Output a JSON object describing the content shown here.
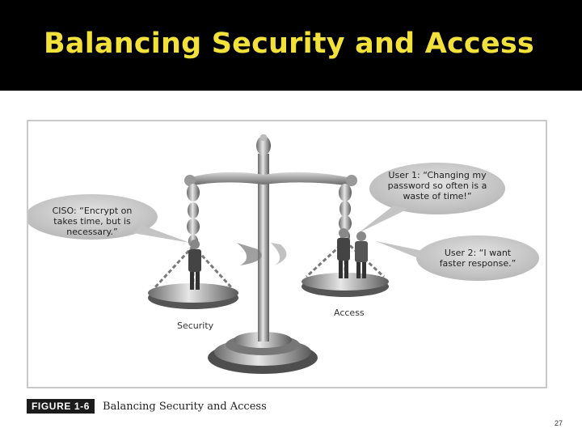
{
  "slide": {
    "title": "Balancing Security and Access",
    "page_number": "27"
  },
  "figure": {
    "tag": "FIGURE 1-6",
    "caption": "Balancing Security and Access",
    "bubbles": {
      "ciso": "CISO: “Encrypt on takes time, but is necessary.”",
      "user1": "User 1: “Changing my password so often is a waste of time!”",
      "user2": "User 2: “I want faster response.”"
    },
    "labels": {
      "security": "Security",
      "access": "Access"
    }
  },
  "colors": {
    "title_bar": "#000000",
    "title_text": "#f2e13b"
  }
}
